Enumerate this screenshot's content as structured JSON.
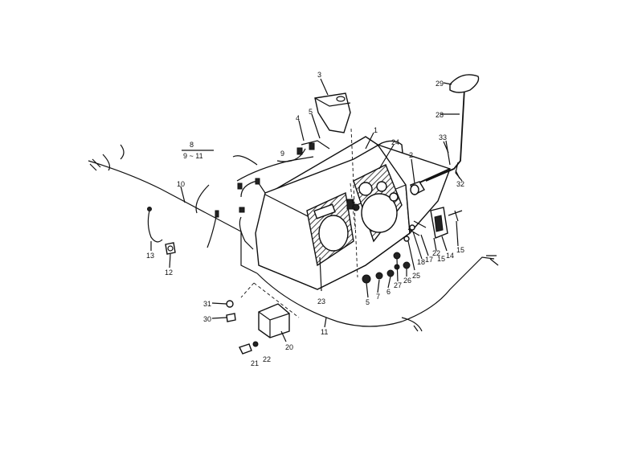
{
  "group_label": {
    "top": "8",
    "bottom": "9 ~ 11"
  },
  "callouts": [
    {
      "id": "c1",
      "text": "1"
    },
    {
      "id": "c2",
      "text": "2"
    },
    {
      "id": "c3",
      "text": "3"
    },
    {
      "id": "c4",
      "text": "4"
    },
    {
      "id": "c5a",
      "text": "5"
    },
    {
      "id": "c5b",
      "text": "5"
    },
    {
      "id": "c6",
      "text": "6"
    },
    {
      "id": "c7",
      "text": "7"
    },
    {
      "id": "c9",
      "text": "9"
    },
    {
      "id": "c10",
      "text": "10"
    },
    {
      "id": "c11",
      "text": "11"
    },
    {
      "id": "c12",
      "text": "12"
    },
    {
      "id": "c13",
      "text": "13"
    },
    {
      "id": "c14",
      "text": "14"
    },
    {
      "id": "c15a",
      "text": "15"
    },
    {
      "id": "c15b",
      "text": "15"
    },
    {
      "id": "c17",
      "text": "17"
    },
    {
      "id": "c18",
      "text": "18"
    },
    {
      "id": "c20",
      "text": "20"
    },
    {
      "id": "c21",
      "text": "21"
    },
    {
      "id": "c22a",
      "text": "22"
    },
    {
      "id": "c22b",
      "text": "22"
    },
    {
      "id": "c23",
      "text": "23"
    },
    {
      "id": "c24",
      "text": "24"
    },
    {
      "id": "c25",
      "text": "25"
    },
    {
      "id": "c26",
      "text": "26"
    },
    {
      "id": "c27",
      "text": "27"
    },
    {
      "id": "c28",
      "text": "28"
    },
    {
      "id": "c29",
      "text": "29"
    },
    {
      "id": "c30",
      "text": "30"
    },
    {
      "id": "c31",
      "text": "31"
    },
    {
      "id": "c32",
      "text": "32"
    },
    {
      "id": "c33",
      "text": "33"
    }
  ]
}
